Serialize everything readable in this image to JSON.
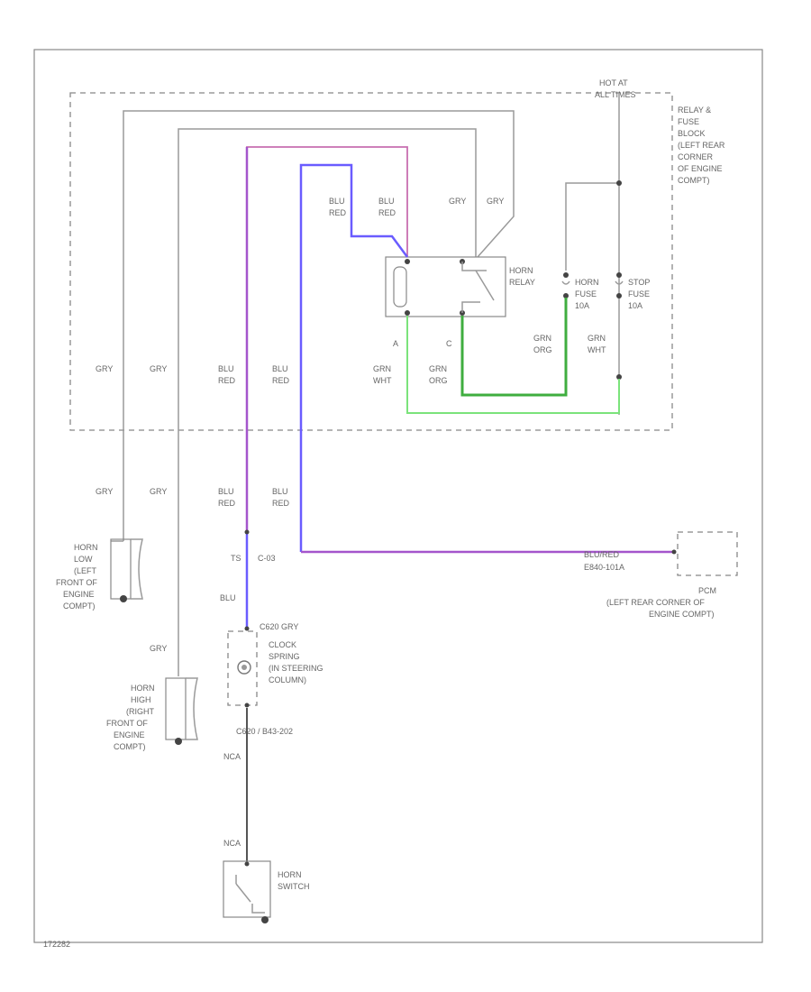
{
  "labels": {
    "hot_at": "HOT AT",
    "hot_at_2": "ALL TIMES",
    "relay_block": [
      "RELAY &",
      "FUSE",
      "BLOCK",
      "(LEFT REAR",
      "CORNER",
      "OF ENGINE",
      "COMPT)"
    ],
    "horn_relay": [
      "HORN",
      "RELAY"
    ],
    "horn_fuse": [
      "HORN",
      "FUSE",
      "10A"
    ],
    "stop_fuse": [
      "STOP",
      "FUSE",
      "10A"
    ],
    "horn_low": [
      "HORN",
      "LOW",
      "(LEFT",
      "FRONT OF",
      "ENGINE",
      "COMPT)"
    ],
    "horn_high": [
      "HORN",
      "HIGH",
      "(RIGHT",
      "FRONT OF",
      "ENGINE",
      "COMPT)"
    ],
    "clock_spring": [
      "CLOCK",
      "SPRING",
      "(IN STEERING",
      "COLUMN)"
    ],
    "horn_switch": [
      "HORN",
      "SWITCH"
    ],
    "pcm": [
      "PCM",
      "(LEFT REAR CORNER OF",
      "ENGINE COMPT)"
    ],
    "connector_ts": "TS",
    "connector_c03": "C-03",
    "clock_connector": "C620 GRY",
    "lower_connector": "C620 / B43-202",
    "pcm_wire": "BLU/RED",
    "pcm_pin": "E840-101A",
    "pin_a": "A",
    "pin_c": "C",
    "footer": "172282"
  },
  "wire_colors": {
    "gry": "GRY",
    "blu_red": [
      "BLU",
      "RED"
    ],
    "grn_wht": [
      "GRN",
      "WHT"
    ],
    "grn_org": [
      "GRN",
      "ORG"
    ],
    "blu": "BLU",
    "nca": "NCA"
  },
  "colors": {
    "purple": "#a455cc",
    "blue": "#6a5cff",
    "green": "#7be37b",
    "gray": "#9a9a9a"
  }
}
